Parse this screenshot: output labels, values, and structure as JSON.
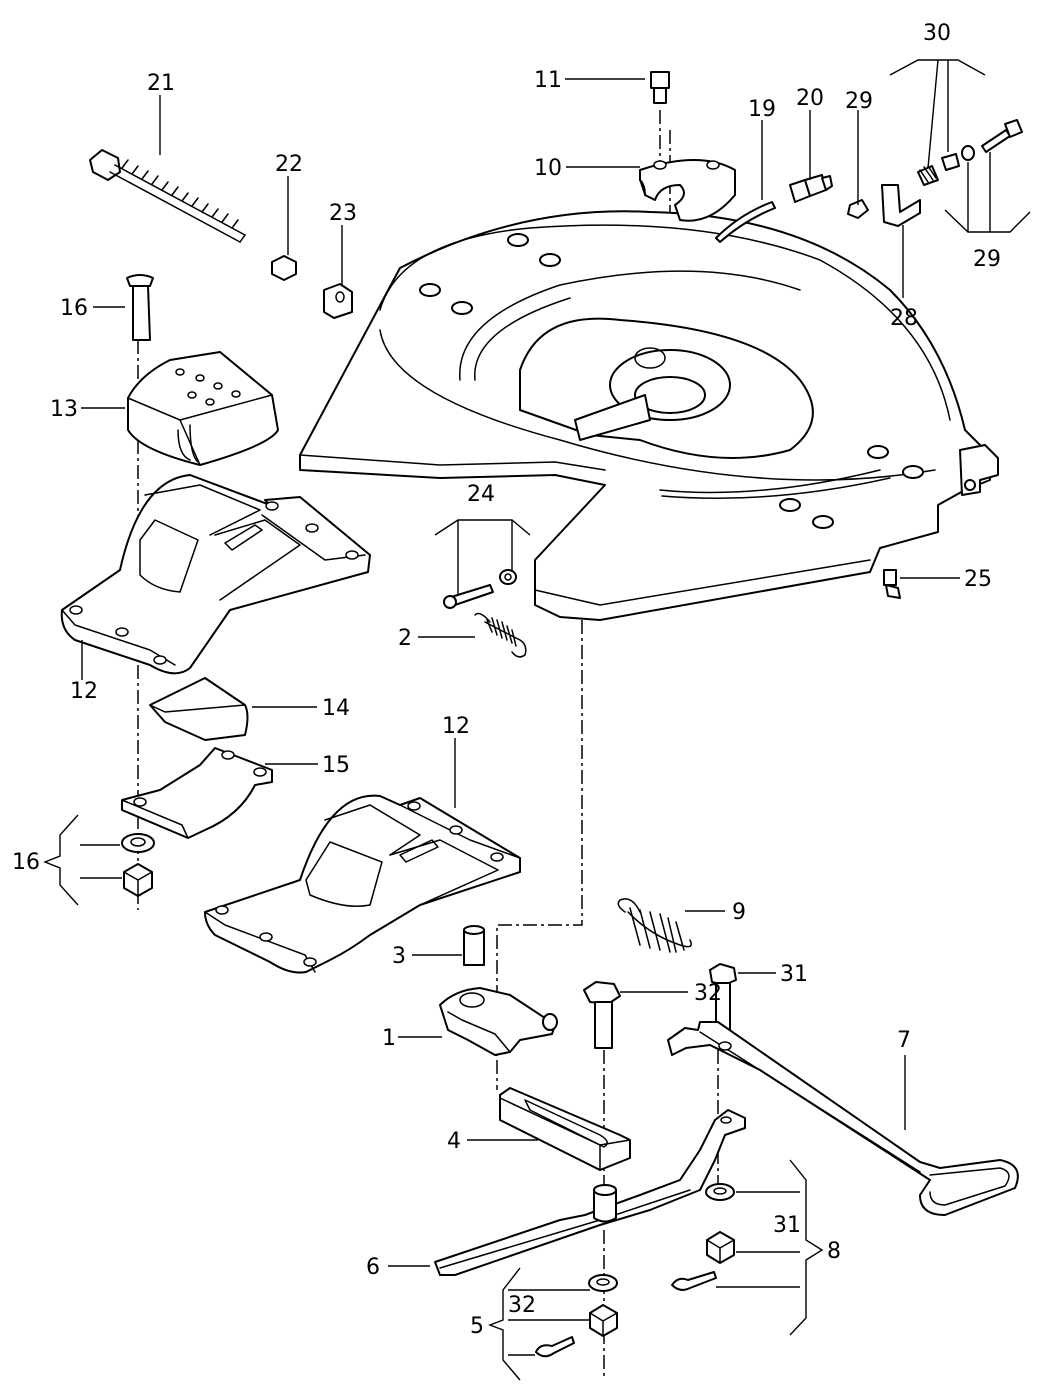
{
  "colors": {
    "line": "#000000",
    "background": "#ffffff"
  },
  "callouts": [
    {
      "id": "c1",
      "text": "1"
    },
    {
      "id": "c2",
      "text": "2"
    },
    {
      "id": "c3",
      "text": "3"
    },
    {
      "id": "c4",
      "text": "4"
    },
    {
      "id": "c5",
      "text": "5"
    },
    {
      "id": "c6",
      "text": "6"
    },
    {
      "id": "c7",
      "text": "7"
    },
    {
      "id": "c8",
      "text": "8"
    },
    {
      "id": "c9",
      "text": "9"
    },
    {
      "id": "c10",
      "text": "10"
    },
    {
      "id": "c11",
      "text": "11"
    },
    {
      "id": "c12a",
      "text": "12"
    },
    {
      "id": "c12b",
      "text": "12"
    },
    {
      "id": "c13",
      "text": "13"
    },
    {
      "id": "c14",
      "text": "14"
    },
    {
      "id": "c15",
      "text": "15"
    },
    {
      "id": "c16a",
      "text": "16"
    },
    {
      "id": "c16b",
      "text": "16"
    },
    {
      "id": "c19",
      "text": "19"
    },
    {
      "id": "c20",
      "text": "20"
    },
    {
      "id": "c21",
      "text": "21"
    },
    {
      "id": "c22",
      "text": "22"
    },
    {
      "id": "c23",
      "text": "23"
    },
    {
      "id": "c24",
      "text": "24"
    },
    {
      "id": "c25",
      "text": "25"
    },
    {
      "id": "c28",
      "text": "28"
    },
    {
      "id": "c29a",
      "text": "29"
    },
    {
      "id": "c29b",
      "text": "29"
    },
    {
      "id": "c30",
      "text": "30"
    },
    {
      "id": "c31a",
      "text": "31"
    },
    {
      "id": "c31b",
      "text": "31"
    },
    {
      "id": "c32a",
      "text": "32"
    },
    {
      "id": "c32b",
      "text": "32"
    }
  ]
}
